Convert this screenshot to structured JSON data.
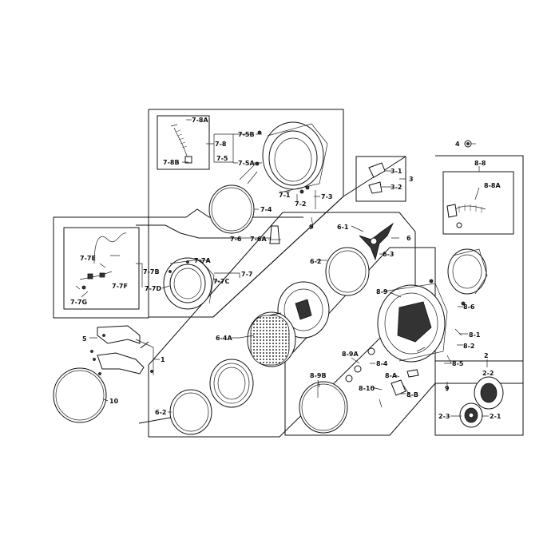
{
  "labels": {
    "l_7_8A": "7-8A",
    "l_7_8": "7-8",
    "l_7_8B": "7-8B",
    "l_7_5B": "7-5B",
    "l_7_5": "7-5",
    "l_7_5A": "7-5A",
    "l_7_1": "7-1",
    "l_7_2": "7-2",
    "l_7_3": "7-3",
    "l_7_4": "7-4",
    "l_9a": "9",
    "l_7_6": "7-6",
    "l_7_6A": "7-6A",
    "l_3_1": "3-1",
    "l_3_2": "3-2",
    "l_3": "3",
    "l_4": "4",
    "l_8_8": "8-8",
    "l_8_8A": "8-8A",
    "l_7_7E": "7-7E",
    "l_7_7A": "7-7A",
    "l_7_7B": "7-7B",
    "l_7_7F": "7-7F",
    "l_7_7C": "7-7C",
    "l_7_7": "7-7",
    "l_7_7D": "7-7D",
    "l_7_7G": "7-7G",
    "l_6_1": "6-1",
    "l_6": "6",
    "l_6_3": "6-3",
    "l_6_2a": "6-2",
    "l_8_9": "8-9",
    "l_8_6": "8-6",
    "l_8_1": "8-1",
    "l_8_2": "8-2",
    "l_5": "5",
    "l_1": "1",
    "l_6_4A": "6-4A",
    "l_8_9A": "8-9A",
    "l_8_4": "8-4",
    "l_8_5": "8-5",
    "l_8_A": "8-A",
    "l_8_9B": "8-9B",
    "l_8_10": "8-10",
    "l_8_B": "8-B",
    "l_9b": "9",
    "l_2": "2",
    "l_2_2": "2-2",
    "l_2_3": "2-3",
    "l_2_1": "2-1",
    "l_10": "10",
    "l_6_2b": "6-2"
  }
}
